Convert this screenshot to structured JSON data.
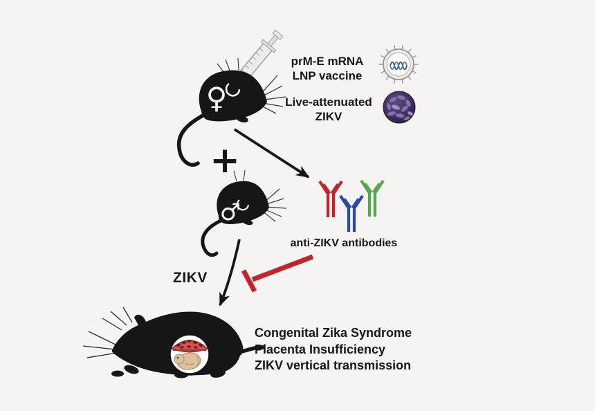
{
  "figure": {
    "title": "ZIKV vaccination schematic",
    "background": "#f5f4f2",
    "labels": {
      "vaccine": {
        "line1": "prM-E mRNA",
        "line2": "LNP vaccine"
      },
      "live_attenuated": {
        "line1": "Live-attenuated",
        "line2": "ZIKV"
      },
      "plus": "+",
      "female_symbol": "♀",
      "male_symbol": "♂",
      "antibodies_caption": "anti-ZIKV antibodies",
      "zikv_challenge": "ZIKV",
      "outcomes": {
        "line1": "Congenital Zika Syndrome",
        "line2": "Placenta Insufficiency",
        "line3": "ZIKV vertical transmission"
      }
    },
    "colors": {
      "ink_black": "#161616",
      "antibody_red": "#c1242a",
      "antibody_blue": "#2d4aa1",
      "antibody_green": "#53a74f",
      "inhibitor_red": "#c1242a",
      "virus_dark_purple": "#40305c",
      "virus_light_purple": "#8670ad",
      "lnp_ring_gray": "#8f8f8f",
      "mrna_blue": "#3f7fb8",
      "placenta_red": "#cc5555",
      "fetus_tan": "#dcc19c"
    },
    "icons": {
      "syringe-icon": "syringe injecting vaccinated dam",
      "female-mouse-icon": "vaccinated female mouse",
      "male-mouse-icon": "male mouse",
      "lnp-particle-icon": "mRNA lipid nanoparticle",
      "zikv-virion-icon": "live-attenuated ZIKV virion",
      "antibody-red-icon": "antibody",
      "antibody-blue-icon": "antibody",
      "antibody-green-icon": "antibody",
      "inhibition-bar-icon": "blocking T-bar",
      "pregnant-mouse-icon": "pregnant dam with fetus",
      "arrow-icon": "black arrow"
    }
  }
}
